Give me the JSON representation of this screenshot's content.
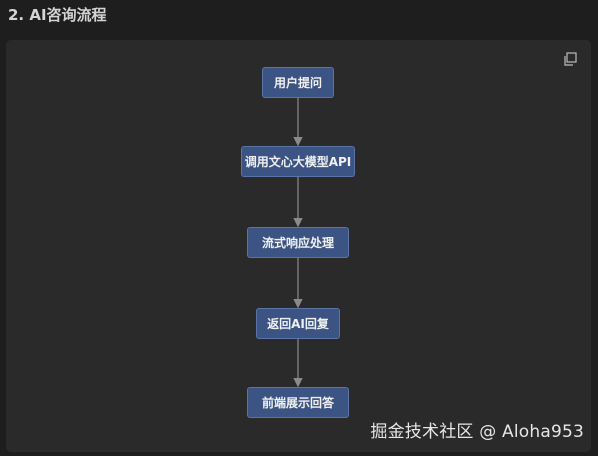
{
  "section_title": "2. AI咨询流程",
  "flow": {
    "nodes": [
      {
        "id": "n1",
        "label": "用户提问"
      },
      {
        "id": "n2",
        "label": "调用文心大模型API"
      },
      {
        "id": "n3",
        "label": "流式响应处理"
      },
      {
        "id": "n4",
        "label": "返回AI回复"
      },
      {
        "id": "n5",
        "label": "前端展示回答"
      }
    ],
    "edges": [
      {
        "from": "n1",
        "to": "n2"
      },
      {
        "from": "n2",
        "to": "n3"
      },
      {
        "from": "n3",
        "to": "n4"
      },
      {
        "from": "n4",
        "to": "n5"
      }
    ]
  },
  "toolbar": {
    "copy_icon": "copy-icon"
  },
  "watermark": "掘金技术社区 @ Aloha953",
  "colors": {
    "node_fill": "#3b5483",
    "node_border": "#5a74a8",
    "edge": "#8a8a8a",
    "panel_bg": "#2a2a2a",
    "page_bg": "#1e1e1e"
  }
}
